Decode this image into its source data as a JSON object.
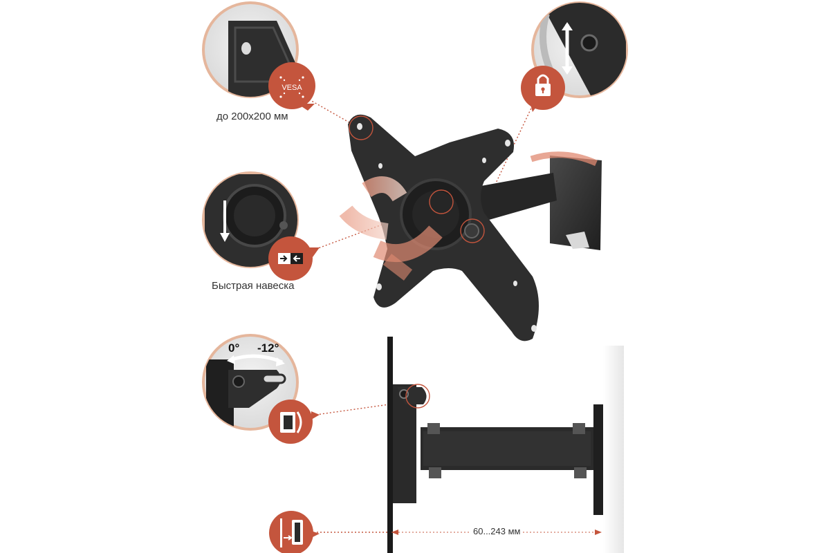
{
  "callouts": {
    "vesa": {
      "caption": "до 200x200 мм",
      "badge_label": "VESA",
      "icon": "vesa-pattern-icon"
    },
    "lock": {
      "icon": "padlock-icon"
    },
    "quick_mount": {
      "caption": "Быстрая навеска",
      "icon": "quick-mount-arrows-icon"
    },
    "tilt": {
      "angle_start": "0°",
      "angle_end": "-12°",
      "icon": "tilt-icon"
    },
    "depth": {
      "icon": "depth-icon"
    }
  },
  "dimension": {
    "label": "60...243 мм"
  },
  "colors": {
    "accent": "#c4553d",
    "ring": "#e5b69c",
    "product": "#2e2e2e",
    "motion_arrow": "#e08a72",
    "dotted_leader": "#c4553d"
  }
}
